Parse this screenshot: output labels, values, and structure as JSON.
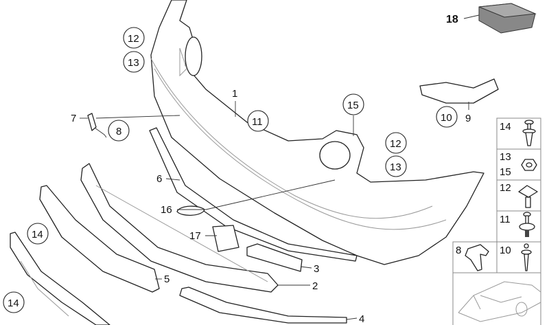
{
  "diagram": {
    "callouts": {
      "c1": "1",
      "c2": "2",
      "c3": "3",
      "c4": "4",
      "c5": "5",
      "c6": "6",
      "c7": "7",
      "c9": "9",
      "c16": "16",
      "c17": "17",
      "c18": "18"
    },
    "circled": {
      "c12a": "12",
      "c13a": "13",
      "c8": "8",
      "c11": "11",
      "c15": "15",
      "c10": "10",
      "c12b": "12",
      "c13b": "13",
      "c14a": "14",
      "c14b": "14"
    },
    "legend_table": {
      "rows": [
        {
          "labels": [
            "14"
          ],
          "icon": "push-rivet"
        },
        {
          "labels": [
            "13",
            "15"
          ],
          "icon": "hex-nut"
        },
        {
          "labels": [
            "12"
          ],
          "icon": "square-head-screw"
        },
        {
          "labels": [
            "11"
          ],
          "icon": "expanding-rivet"
        },
        {
          "labels": [
            "10"
          ],
          "icon": "plastic-rivet"
        },
        {
          "labels": [
            "8"
          ],
          "icon": "bracket-clip"
        }
      ],
      "thumbnail": "car-outline"
    }
  }
}
